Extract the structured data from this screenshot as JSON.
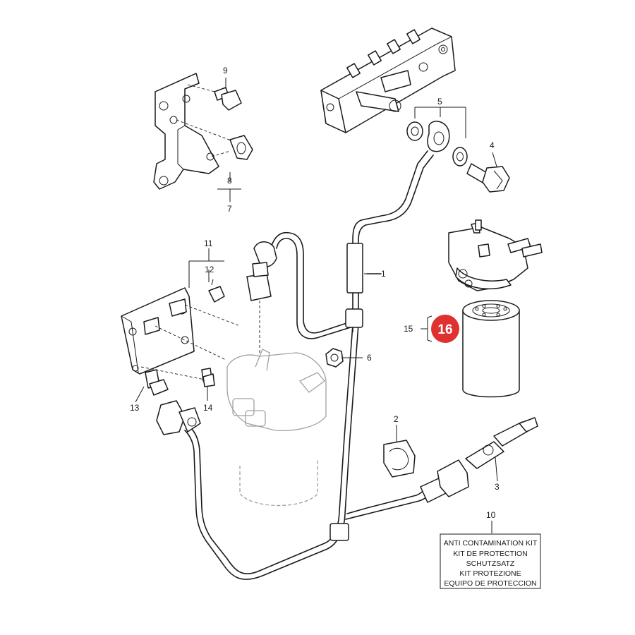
{
  "callouts": {
    "c1": "1",
    "c2": "2",
    "c3": "3",
    "c4": "4",
    "c5": "5",
    "c6": "6",
    "c7": "7",
    "c8": "8",
    "c9": "9",
    "c10": "10",
    "c11": "11",
    "c12": "12",
    "c13": "13",
    "c14": "14",
    "c15": "15"
  },
  "highlight": {
    "label": "16",
    "color": "#e03131"
  },
  "kit_box": {
    "lines": [
      "ANTI CONTAMINATION KIT",
      "KIT DE PROTECTION",
      "SCHUTZSATZ",
      "KIT PROTEZIONE",
      "EQUIPO DE PROTECCION"
    ]
  }
}
